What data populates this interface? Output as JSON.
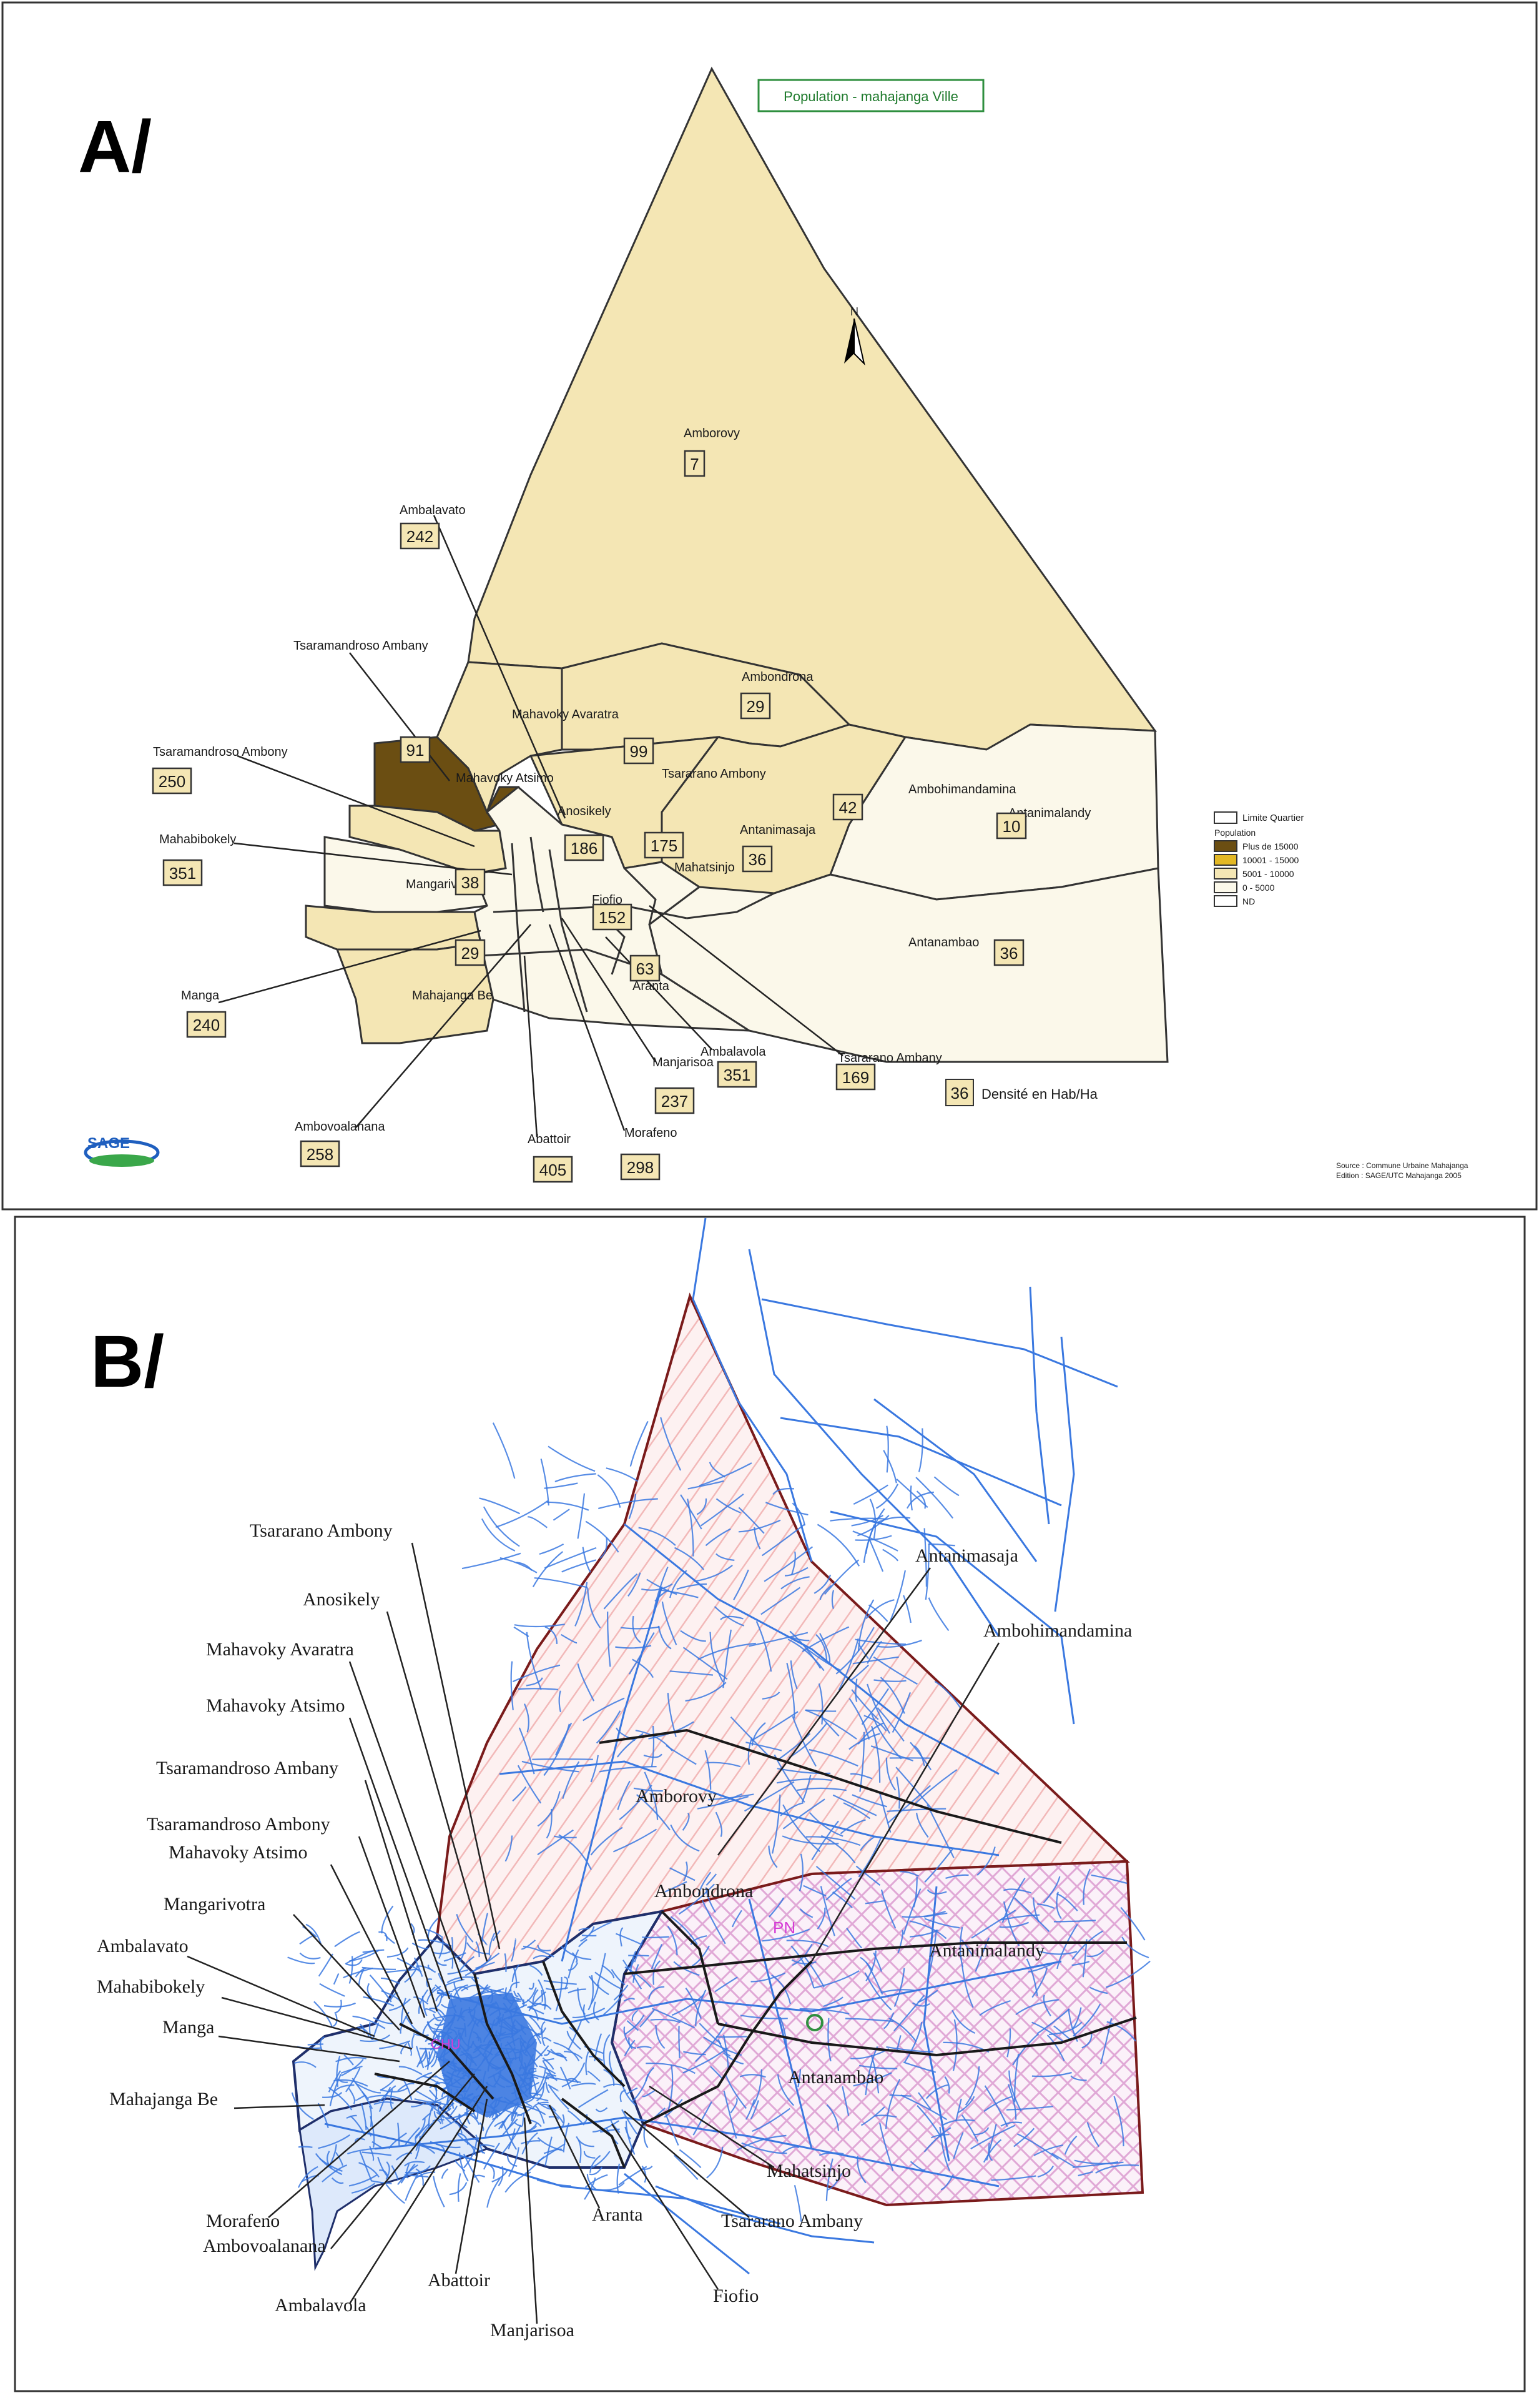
{
  "panel_a": {
    "panel_label": "A/",
    "title": "Population -  mahajanga Ville",
    "north_symbol": "N",
    "legend": {
      "title_1": "Limite Quartier",
      "title_2": "Population",
      "classes": [
        {
          "label": "Plus de 15000",
          "color": "#6b4e12"
        },
        {
          "label": "10001 - 15000",
          "color": "#e3b825"
        },
        {
          "label": "5001 - 10000",
          "color": "#f4e6b4"
        },
        {
          "label": "0 - 5000",
          "color": "#fbf8ea"
        },
        {
          "label": "ND",
          "color": "#ffffff"
        }
      ]
    },
    "density_key": {
      "value": "36",
      "label": "Densité en Hab/Ha"
    },
    "source_line": "Source : Commune Urbaine Mahajanga",
    "edition_line": "Edition : SAGE/UTC Mahajanga 2005",
    "logo_text": "SAGE",
    "districts": [
      {
        "name": "Amborovy",
        "density": "7"
      },
      {
        "name": "Ambalavato",
        "density": "242"
      },
      {
        "name": "Tsaramandroso Ambany",
        "density": "91"
      },
      {
        "name": "Mahavoky Avaratra",
        "density": ""
      },
      {
        "name": "Tsaramandroso Ambony",
        "density": "250"
      },
      {
        "name": "Mahavoky Atsimo",
        "density": ""
      },
      {
        "name": "Ambondrona",
        "density": "29"
      },
      {
        "name": "Tsararano Ambony",
        "density": "99"
      },
      {
        "name": "Anosikely",
        "density": "186"
      },
      {
        "name": "Ambohimandamina",
        "density": "42"
      },
      {
        "name": "Antanimalandy",
        "density": "10"
      },
      {
        "name": "Antanimasaja",
        "density": "36"
      },
      {
        "name": "Mahatsinjo",
        "density": "175"
      },
      {
        "name": "Mahabibokely",
        "density": "351"
      },
      {
        "name": "Mangarivotra",
        "density": "38"
      },
      {
        "name": "Fiofio",
        "density": "152"
      },
      {
        "name": "Antanambao",
        "density": "36"
      },
      {
        "name": "Manga",
        "density": "240"
      },
      {
        "name": "Mahajanga Be",
        "density": "29"
      },
      {
        "name": "Aranta",
        "density": "63"
      },
      {
        "name": "Ambalavola",
        "density": "351"
      },
      {
        "name": "Tsararano Ambany",
        "density": "169"
      },
      {
        "name": "Manjarisoa",
        "density": "237"
      },
      {
        "name": "Ambovoalanana",
        "density": "258"
      },
      {
        "name": "Abattoir",
        "density": "405"
      },
      {
        "name": "Morafeno",
        "density": "298"
      }
    ]
  },
  "panel_b": {
    "panel_label": "B/",
    "labels": [
      "Tsararano Ambony",
      "Anosikely",
      "Mahavoky Avaratra",
      "Mahavoky Atsimo",
      "Tsaramandroso Ambany",
      "Tsaramandroso Ambony",
      "Mahavoky Atsimo",
      "Mangarivotra",
      "Ambalavato",
      "Mahabibokely",
      "Manga",
      "Mahajanga Be",
      "Morafeno",
      "Ambovoalanana",
      "Ambalavola",
      "Abattoir",
      "Manjarisoa",
      "Aranta",
      "Fiofio",
      "Tsararano Ambany",
      "Mahatsinjo",
      "Antanambao",
      "Antanimalandy",
      "Ambondrona",
      "Amborovy",
      "Antanimasaja",
      "Ambohimandamina"
    ],
    "map_marks": [
      "PN",
      "CHU"
    ]
  },
  "colors": {
    "road_blue": "#3a78e0",
    "boundary": "#7a1b1b",
    "hatch_pink": "#f2b8b8",
    "lattice_pink": "#e7bfe0"
  }
}
